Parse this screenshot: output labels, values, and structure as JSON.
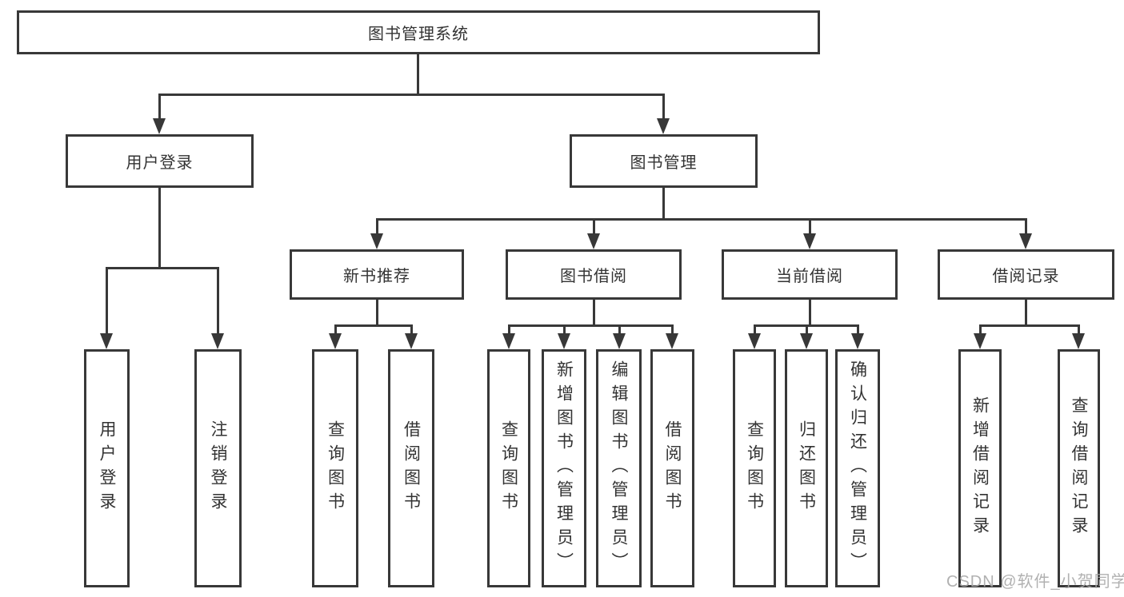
{
  "tree": {
    "root_label": "图书管理系统",
    "level1": [
      {
        "label": "用户登录"
      },
      {
        "label": "图书管理"
      }
    ],
    "level2": [
      {
        "label": "新书推荐",
        "parent": "图书管理"
      },
      {
        "label": "图书借阅",
        "parent": "图书管理"
      },
      {
        "label": "当前借阅",
        "parent": "图书管理"
      },
      {
        "label": "借阅记录",
        "parent": "图书管理"
      }
    ],
    "leaves": [
      {
        "label": "用户登录",
        "parent": "用户登录"
      },
      {
        "label": "注销登录",
        "parent": "用户登录"
      },
      {
        "label": "查询图书",
        "parent": "新书推荐"
      },
      {
        "label": "借阅图书",
        "parent": "新书推荐"
      },
      {
        "label": "查询图书",
        "parent": "图书借阅"
      },
      {
        "label": "新增图书（管理员）",
        "parent": "图书借阅"
      },
      {
        "label": "编辑图书（管理员）",
        "parent": "图书借阅"
      },
      {
        "label": "借阅图书",
        "parent": "图书借阅"
      },
      {
        "label": "查询图书",
        "parent": "当前借阅"
      },
      {
        "label": "归还图书",
        "parent": "当前借阅"
      },
      {
        "label": "确认归还（管理员）",
        "parent": "当前借阅"
      },
      {
        "label": "新增借阅记录",
        "parent": "借阅记录"
      },
      {
        "label": "查询借阅记录",
        "parent": "借阅记录"
      }
    ]
  },
  "watermark": {
    "text": "CSDN @软件_小贺同学"
  },
  "colors": {
    "line": "#383838",
    "box_border": "#383838",
    "text": "#333333",
    "watermark": "#a8a8a8",
    "background": "#ffffff"
  }
}
